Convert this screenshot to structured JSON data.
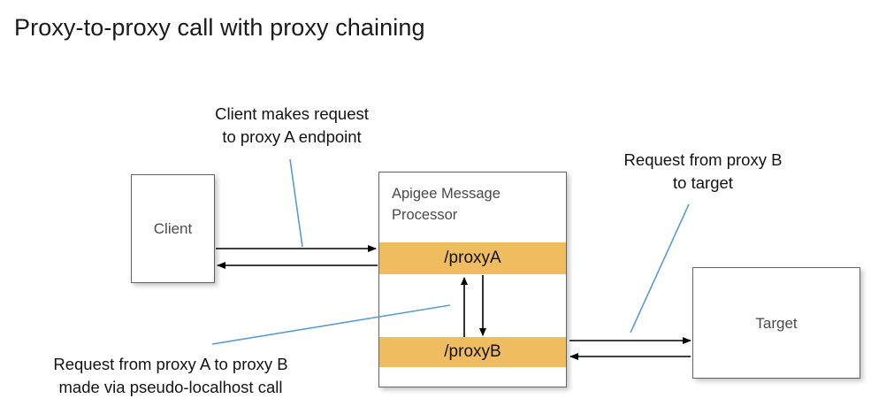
{
  "page": {
    "title": "Proxy-to-proxy call with proxy chaining",
    "background": "#ffffff"
  },
  "colors": {
    "band": "#efbc5f",
    "box_border": "#636363",
    "box_text": "#4a4a4a",
    "arrow": "#000000",
    "leader": "#5b9bd5",
    "title_text": "#1a1a1a"
  },
  "nodes": {
    "client": {
      "label": "Client"
    },
    "target": {
      "label": "Target"
    },
    "message_processor": {
      "title": "Apigee Message Processor",
      "bands": [
        {
          "label": "/proxyA"
        },
        {
          "label": "/proxyB"
        }
      ]
    }
  },
  "annotations": [
    {
      "id": "client-request",
      "text": "Client makes request\nto proxy A endpoint"
    },
    {
      "id": "target-request",
      "text": "Request from proxy B\nto target"
    },
    {
      "id": "chaining-note",
      "text": "Request from proxy A to proxy B\nmade via pseudo-localhost call"
    }
  ],
  "connectors": [
    {
      "id": "client-to-proxya",
      "from": "client",
      "to": "/proxyA",
      "direction": "right"
    },
    {
      "id": "proxya-to-client",
      "from": "/proxyA",
      "to": "client",
      "direction": "left"
    },
    {
      "id": "proxya-to-proxyb",
      "from": "/proxyA",
      "to": "/proxyB",
      "direction": "down"
    },
    {
      "id": "proxyb-to-proxya",
      "from": "/proxyB",
      "to": "/proxyA",
      "direction": "up"
    },
    {
      "id": "proxyb-to-target",
      "from": "/proxyB",
      "to": "target",
      "direction": "right"
    },
    {
      "id": "target-to-proxyb",
      "from": "target",
      "to": "/proxyB",
      "direction": "left"
    }
  ]
}
